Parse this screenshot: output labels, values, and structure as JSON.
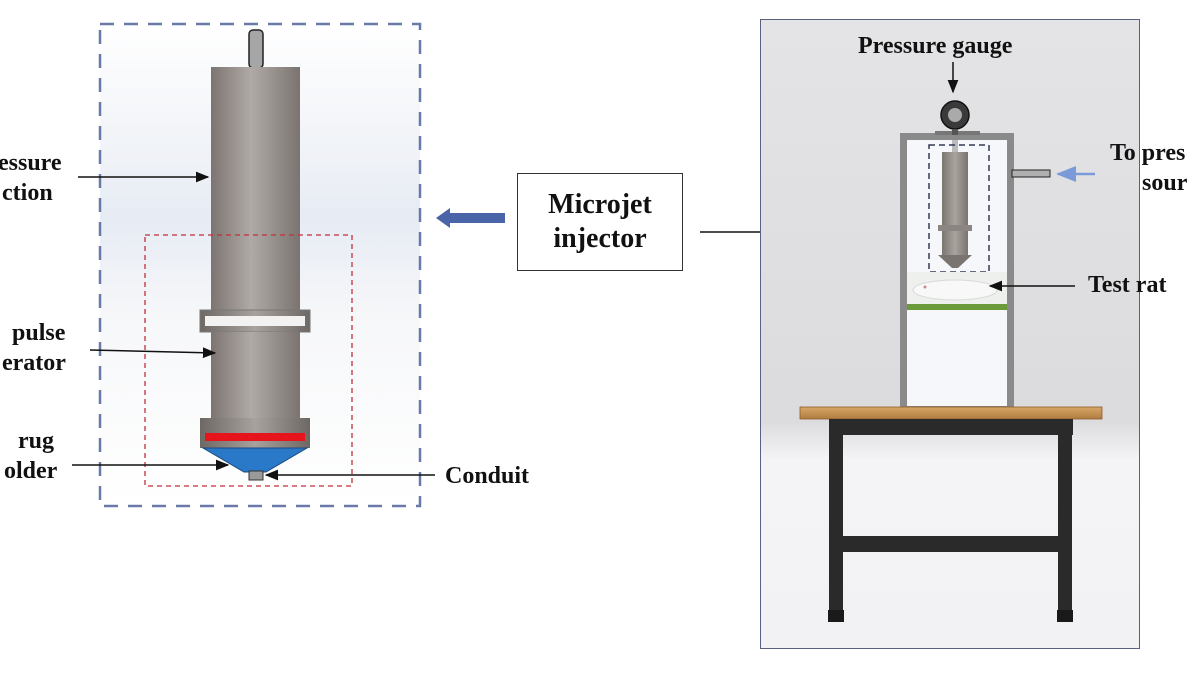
{
  "figure": {
    "left_panel": {
      "labels": {
        "pressure_section": [
          "essure",
          "ction"
        ],
        "pulse_generator": [
          "pulse",
          "erator"
        ],
        "drug_holder": [
          "rug",
          "older"
        ],
        "conduit": "Conduit"
      }
    },
    "center": {
      "component_label": [
        "Microjet",
        "injector"
      ]
    },
    "right_panel": {
      "labels": {
        "pressure_gauge": "Pressure gauge",
        "to_pressure_source": [
          "To pres",
          "sour"
        ],
        "test_rat": "Test rat"
      }
    },
    "colors": {
      "outline_dash_blue": "#6a7aa8",
      "inner_dash_red": "#c0303a",
      "cylinder_gray": "#8e8782",
      "drug_red": "#e8141c",
      "drug_blue": "#2a78c8",
      "arrow_blue": "#4a64a8",
      "pressure_arrow_blue": "#7a9ad8",
      "table_wood": "#c89a5a",
      "table_frame": "#2a2a2a",
      "platform_green": "#6a9a3a"
    }
  }
}
